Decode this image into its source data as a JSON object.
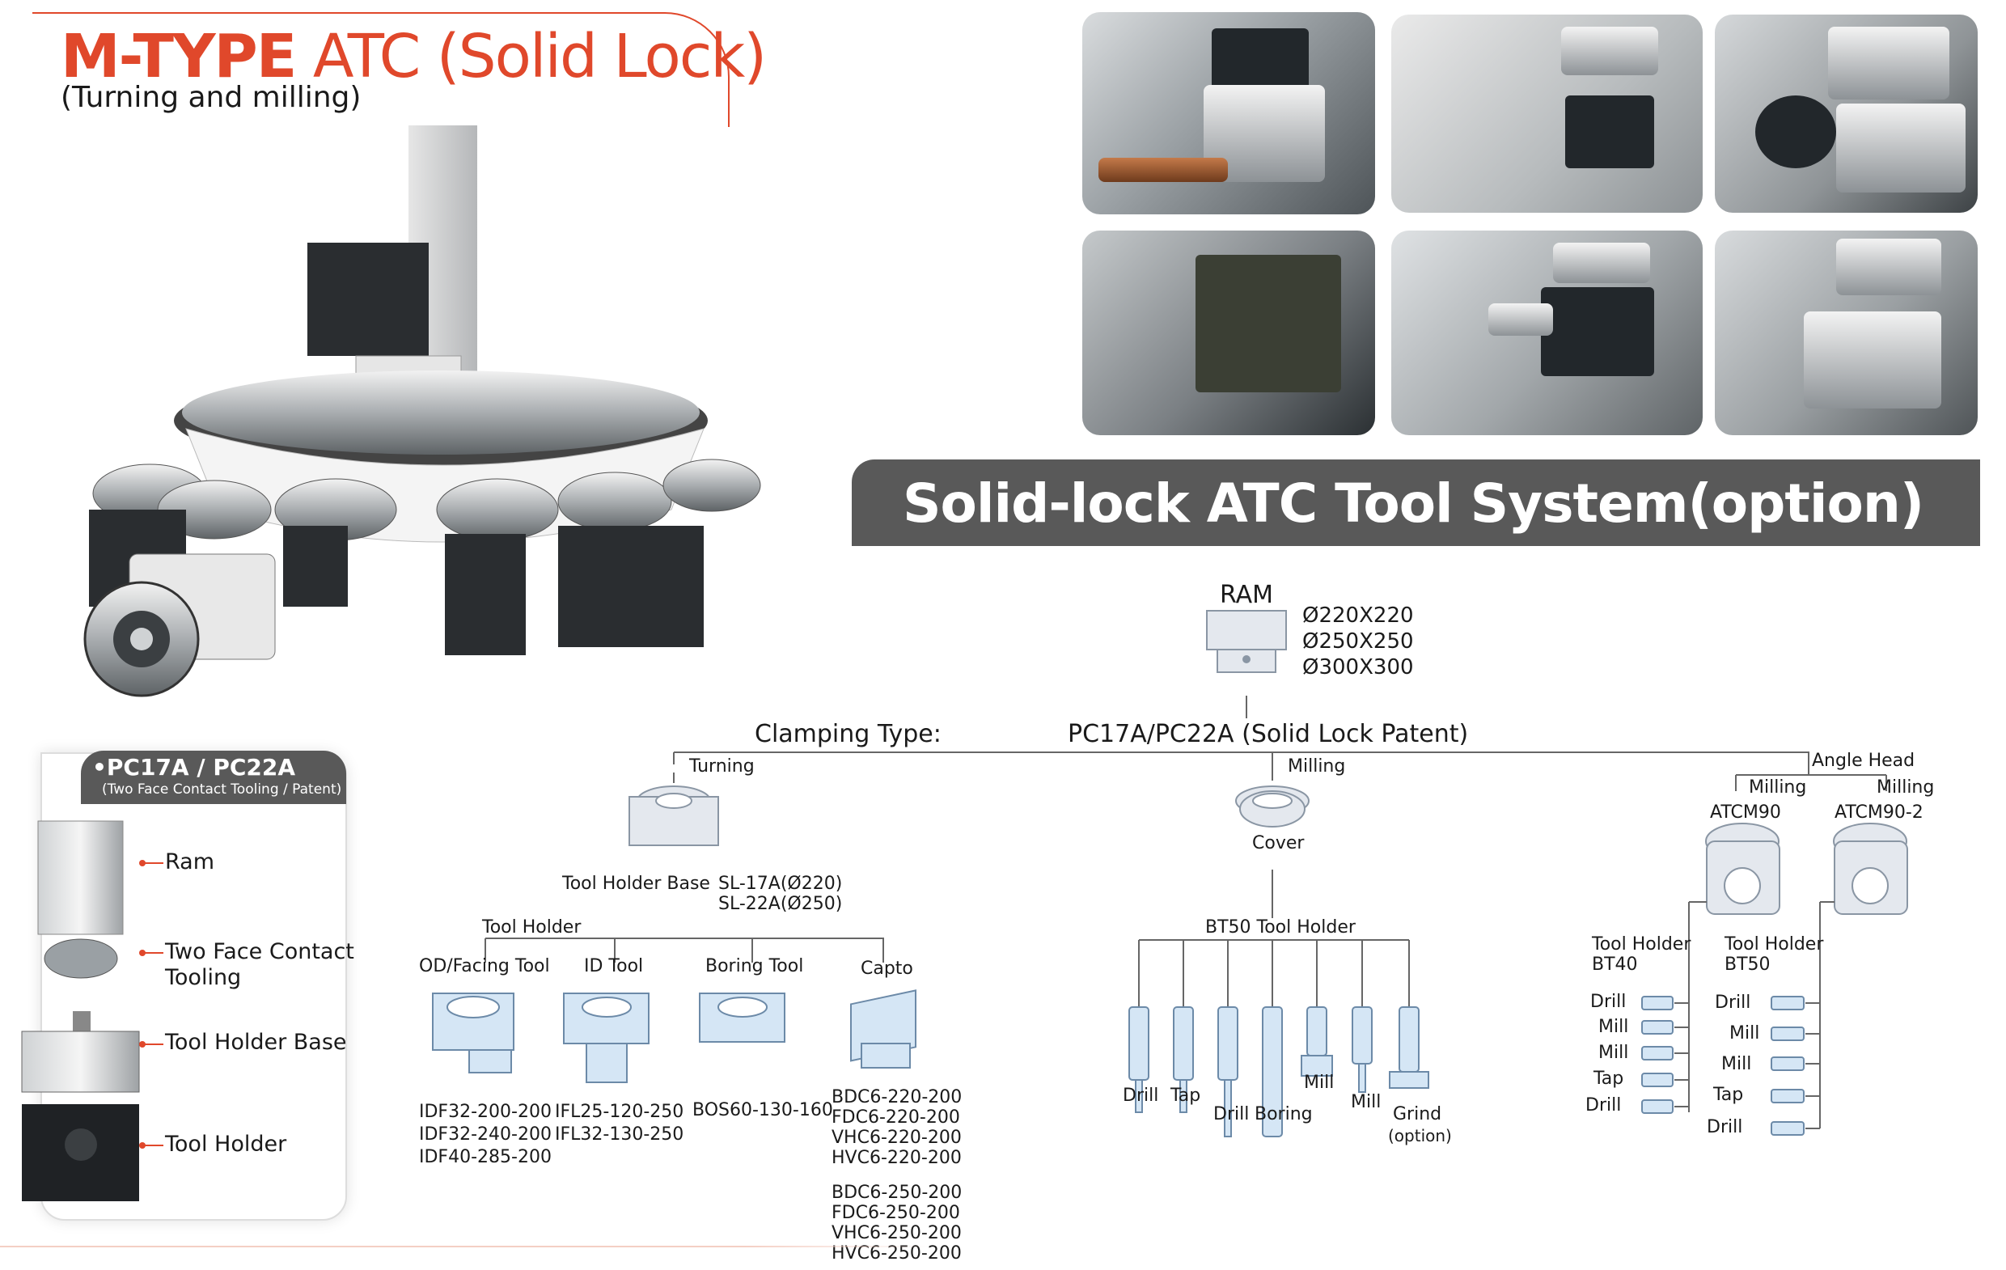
{
  "header": {
    "title_bold": "M-TYPE",
    "title_rest": "ATC (Solid Lock)",
    "subtitle": "(Turning and milling)"
  },
  "banner": {
    "title": "Solid-lock ATC Tool System(option)"
  },
  "legend": {
    "tab_title": "•PC17A / PC22A",
    "tab_subtitle": "(Two Face Contact Tooling / Patent)",
    "items": [
      "Ram",
      "Two Face Contact\nTooling",
      "Tool Holder Base",
      "Tool Holder"
    ]
  },
  "diagram": {
    "ram_label": "RAM",
    "ram_sizes": [
      "Ø220X220",
      "Ø250X250",
      "Ø300X300"
    ],
    "clamping_label": "Clamping Type:",
    "clamping_value": "PC17A/PC22A (Solid Lock Patent)",
    "turning": {
      "label": "Turning",
      "base_label": "Tool Holder Base",
      "base_models": [
        "SL-17A(Ø220)",
        "SL-22A(Ø250)"
      ],
      "holder_label": "Tool Holder",
      "tools": [
        {
          "name": "OD/Facing Tool",
          "models": [
            "IDF32-200-200",
            "IDF32-240-200",
            "IDF40-285-200"
          ]
        },
        {
          "name": "ID Tool",
          "models": [
            "IFL25-120-250",
            "IFL32-130-250"
          ]
        },
        {
          "name": "Boring Tool",
          "models": [
            "BOS60-130-160"
          ]
        },
        {
          "name": "Capto",
          "models": [
            "BDC6-220-200",
            "FDC6-220-200",
            "VHC6-220-200",
            "HVC6-220-200"
          ],
          "models2": [
            "BDC6-250-200",
            "FDC6-250-200",
            "VHC6-250-200",
            "HVC6-250-200"
          ]
        }
      ]
    },
    "milling": {
      "label": "Milling",
      "cover_label": "Cover",
      "holder_label": "BT50 Tool Holder",
      "tools": [
        "Drill",
        "Tap",
        "Drill",
        "Boring",
        "Mill",
        "Mill",
        "Grind",
        "(option)"
      ]
    },
    "angle_head": {
      "label": "Angle Head",
      "left": {
        "type": "Milling",
        "model": "ATCM90",
        "holder": "Tool Holder",
        "holder_type": "BT40",
        "tools": [
          "Drill",
          "Mill",
          "Mill",
          "Tap",
          "Drill"
        ]
      },
      "right": {
        "type": "Milling",
        "model": "ATCM90-2",
        "holder": "Tool Holder",
        "holder_type": "BT50",
        "tools": [
          "Drill",
          "Mill",
          "Mill",
          "Tap",
          "Drill"
        ]
      }
    }
  },
  "colors": {
    "accent": "#e0482b",
    "banner": "#595959"
  }
}
